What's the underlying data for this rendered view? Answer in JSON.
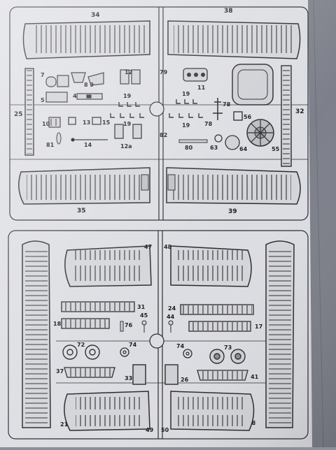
{
  "sheet": {
    "paper_color": "#dcdde2",
    "ink_color": "#2a2a2a",
    "shadow_color": "#7b7e88"
  },
  "sprue_top": {
    "labels": {
      "p34": "34",
      "p38": "38",
      "p7": "7",
      "p8_9": "8 9",
      "p12": "12",
      "p79": "79",
      "p11": "11",
      "p5": "5",
      "p4": "4",
      "p19a": "19",
      "p19b": "19",
      "p19c": "19",
      "p19d": "19",
      "p78a": "78",
      "p78b": "78",
      "p25": "25",
      "p32": "32",
      "p56": "56",
      "p10": "10",
      "p13": "13",
      "p15": "15",
      "p82": "82",
      "p81": "81",
      "p14": "14",
      "p12a": "12a",
      "p80": "80",
      "p63": "63",
      "p64": "64",
      "p55": "55",
      "p35": "35",
      "p39": "39"
    }
  },
  "sprue_bottom": {
    "labels": {
      "p47": "47",
      "p48": "48",
      "p31": "31",
      "p24": "24",
      "p18": "18",
      "p76": "76",
      "p45": "45",
      "p44": "44",
      "p17": "17",
      "p72": "72",
      "p74a": "74",
      "p74b": "74",
      "p73": "73",
      "p37": "37",
      "p33": "33",
      "p26": "26",
      "p41": "41",
      "p21": "21",
      "p49": "49",
      "p50": "50",
      "p28": "28"
    }
  }
}
